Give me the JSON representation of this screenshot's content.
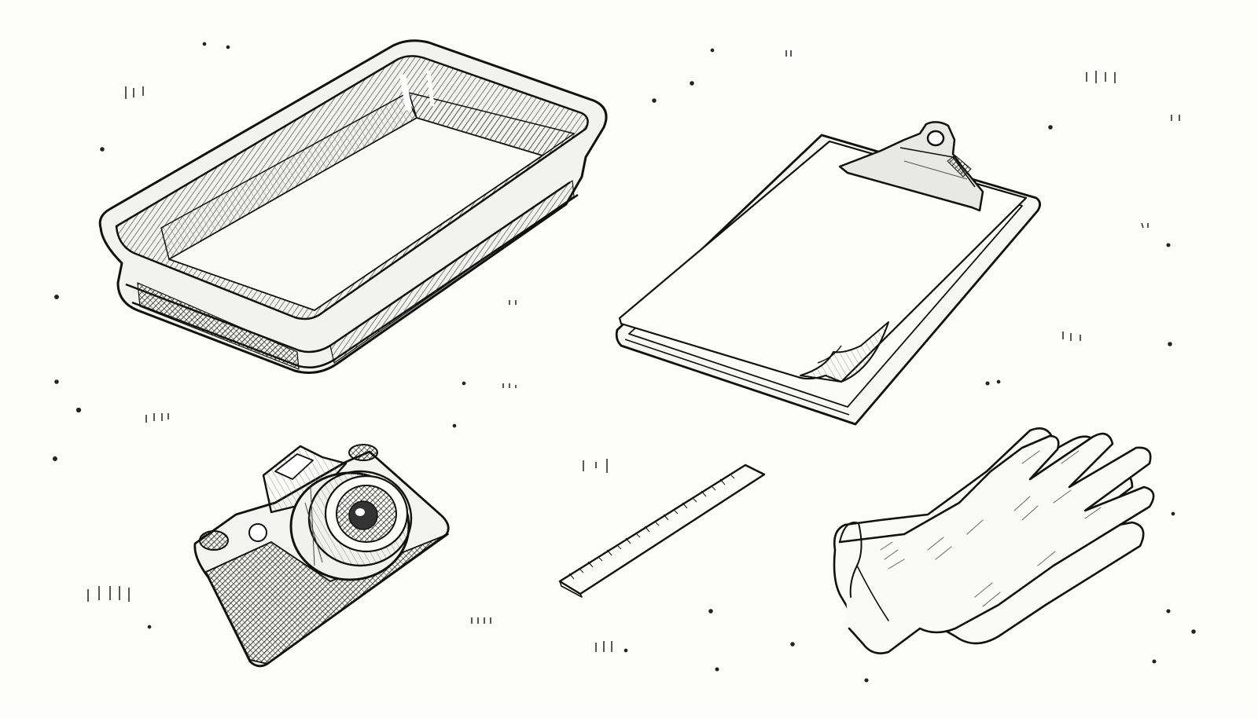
{
  "scene": {
    "style": "pencil-sketch",
    "ink_color": "#1a1a1a",
    "paper_color": "#fcfcfa",
    "objects": [
      {
        "name": "metal-tray",
        "icon": "tray-icon"
      },
      {
        "name": "clipboard",
        "icon": "clipboard-icon"
      },
      {
        "name": "camera",
        "icon": "camera-icon"
      },
      {
        "name": "ruler",
        "icon": "ruler-icon"
      },
      {
        "name": "gloves",
        "icon": "gloves-icon"
      }
    ]
  }
}
